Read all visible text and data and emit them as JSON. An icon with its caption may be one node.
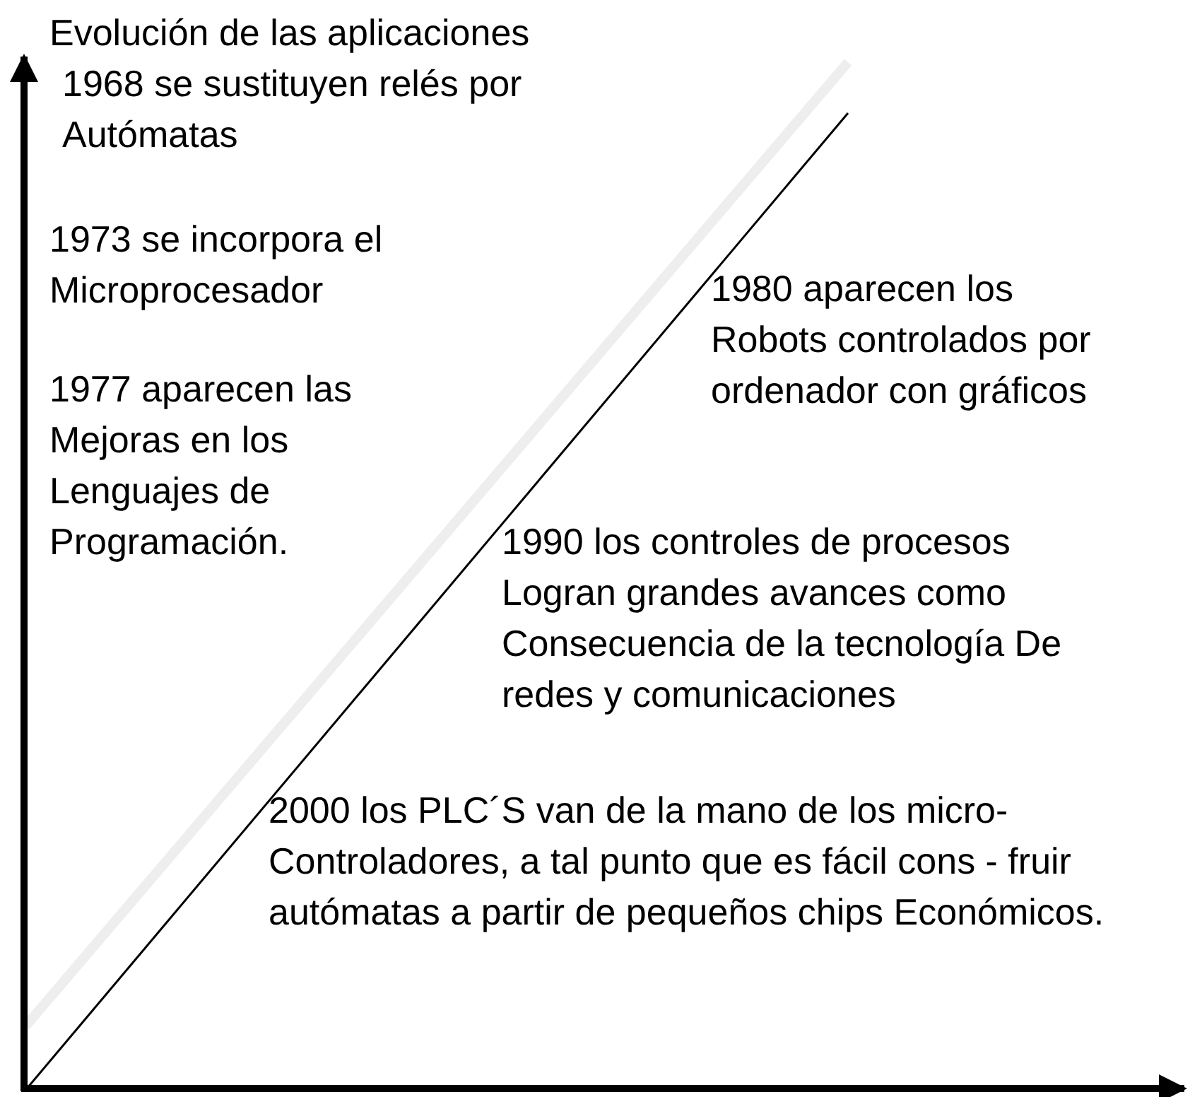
{
  "diagram": {
    "title": "Evolución de las aplicaciones",
    "labels": [
      "1968 se sustituyen relés por Autómatas",
      "1973 se incorpora el Microprocesador",
      "1980 aparecen los Robots controlados por ordenador con gráficos",
      "1977 aparecen las Mejoras en los Lenguajes de Programación.",
      "1990 los controles de procesos Logran grandes avances como Consecuencia de la tecnología De redes y comunicaciones",
      "2000 los PLC´S van de la mano de los micro- Controladores, a tal punto que es fácil cons - fruir autómatas a partir de pequeños chips Económicos."
    ]
  }
}
